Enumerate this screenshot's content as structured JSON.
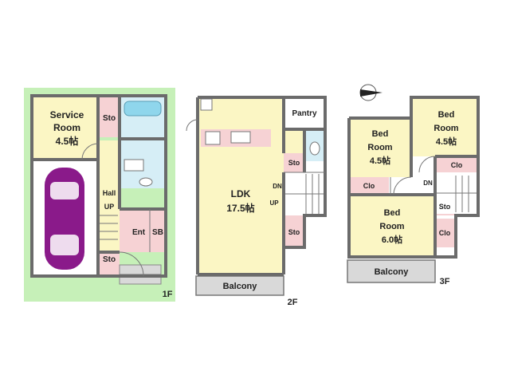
{
  "colors": {
    "room_yellow": "#fbf6c4",
    "wet_blue": "#d6eef6",
    "storage_pink": "#f6d2d4",
    "site_green": "#c6f0b8",
    "balcony_gray": "#d9d9d9",
    "car_purple": "#8a1a8a",
    "wall_gray": "#6b6b6b"
  },
  "floors": {
    "f1": {
      "label": "1F",
      "service_room": {
        "name_line1": "Service",
        "name_line2": "Room",
        "size": "4.5帖"
      },
      "sto_top": "Sto",
      "hall": "Hall",
      "up": "UP",
      "ent": "Ent",
      "sb": "SB",
      "sto_bottom": "Sto",
      "car_icon": "car-icon"
    },
    "f2": {
      "label": "2F",
      "pantry": "Pantry",
      "ldk": {
        "name": "LDK",
        "size": "17.5帖"
      },
      "sto_upper": "Sto",
      "sto_lower": "Sto",
      "dn": "DN",
      "up": "UP",
      "balcony": "Balcony"
    },
    "f3": {
      "label": "3F",
      "compass_icon": "compass-north-icon",
      "bed_left": {
        "line1": "Bed",
        "line2": "Room",
        "size": "4.5帖"
      },
      "bed_right": {
        "line1": "Bed",
        "line2": "Room",
        "size": "4.5帖"
      },
      "bed_bottom": {
        "line1": "Bed",
        "line2": "Room",
        "size": "6.0帖"
      },
      "clo_left": "Clo",
      "clo_right": "Clo",
      "clo_bottom": "Clo",
      "sto": "Sto",
      "dn": "DN",
      "balcony": "Balcony"
    }
  }
}
